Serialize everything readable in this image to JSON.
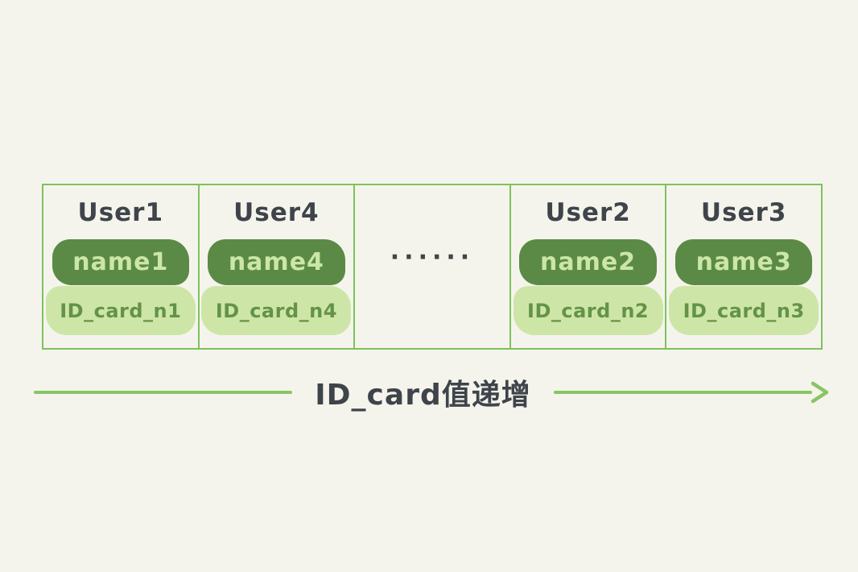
{
  "colors": {
    "background": "#f5f4ec",
    "table_border": "#7dc25f",
    "dark_pill_bg": "#5b8a46",
    "dark_pill_text": "#cbe6a6",
    "light_pill_bg": "#cde6a8",
    "light_pill_text": "#649347",
    "heading_text": "#3e444a",
    "arrow_line": "#87c663"
  },
  "table": {
    "cells": [
      {
        "type": "user",
        "title": "User1",
        "name": "name1",
        "id_card": "ID_card_n1"
      },
      {
        "type": "user",
        "title": "User4",
        "name": "name4",
        "id_card": "ID_card_n4"
      },
      {
        "type": "ellipsis",
        "label": "······"
      },
      {
        "type": "user",
        "title": "User2",
        "name": "name2",
        "id_card": "ID_card_n2"
      },
      {
        "type": "user",
        "title": "User3",
        "name": "name3",
        "id_card": "ID_card_n3"
      }
    ]
  },
  "arrow": {
    "label": "ID_card值递增"
  }
}
